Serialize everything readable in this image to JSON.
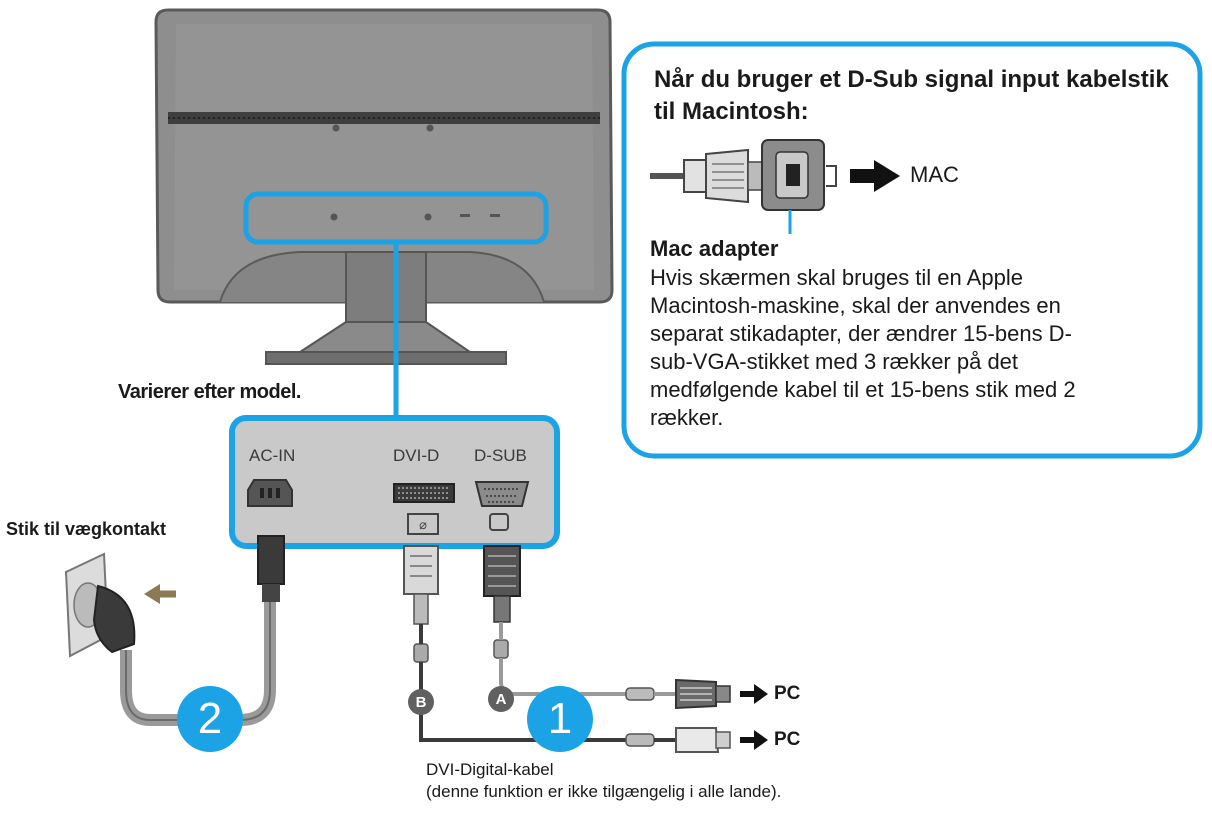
{
  "labels": {
    "model_note": "Varierer efter model.",
    "wall_plug": "Stik til vægkontakt",
    "dvi_caption_line1": "DVI-Digital-kabel",
    "dvi_caption_line2": "(denne funktion er ikke tilgængelig i alle lande)."
  },
  "ports": {
    "ac_in": "AC-IN",
    "dvi_d": "DVI-D",
    "d_sub": "D-SUB"
  },
  "badges": {
    "step_1": "1",
    "step_2": "2",
    "cable_a": "A",
    "cable_b": "B"
  },
  "targets": {
    "pc_a": "PC",
    "pc_b": "PC",
    "mac": "MAC"
  },
  "mac_box": {
    "heading_line1": "Når du bruger et D-Sub signal input kabelstik",
    "heading_line2": "til Macintosh:",
    "adapter_title": "Mac adapter",
    "body": " Hvis skærmen skal bruges til en Apple\nMacintosh-maskine, skal der anvendes en\nseparat stikadapter, der ændrer 15-bens D-\nsub-VGA-stikket med 3 rækker på det\nmedfølgende kabel til et 15-bens stik med 2\nrækker."
  },
  "colors": {
    "accent_blue": "#1ba3e6",
    "monitor_gray": "#8a8a8a",
    "panel_gray": "#c8c8c8",
    "cable_gray": "#7a7a7a"
  }
}
